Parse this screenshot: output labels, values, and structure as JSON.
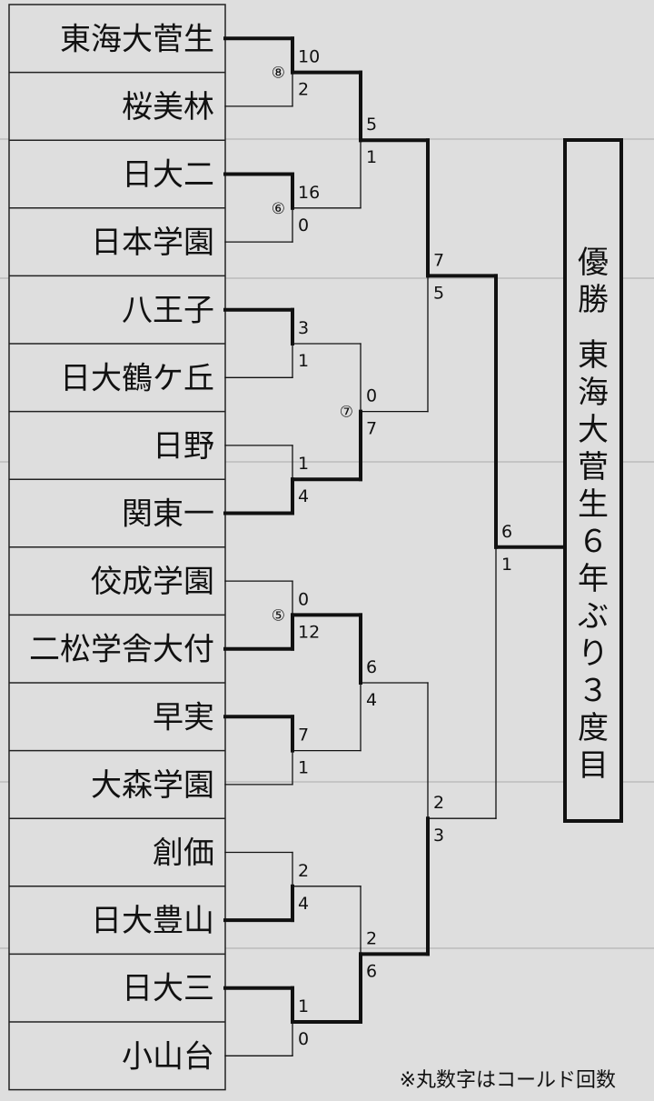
{
  "teams": [
    "東海大菅生",
    "桜美林",
    "日大二",
    "日本学園",
    "八王子",
    "日大鶴ケ丘",
    "日野",
    "関東一",
    "佼成学園",
    "二松学舎大付",
    "早実",
    "大森学園",
    "創価",
    "日大豊山",
    "日大三",
    "小山台"
  ],
  "round1": [
    {
      "top_score": "10",
      "bottom_score": "2",
      "winner": "top",
      "called": "⑧"
    },
    {
      "top_score": "16",
      "bottom_score": "0",
      "winner": "top",
      "called": "⑥"
    },
    {
      "top_score": "3",
      "bottom_score": "1",
      "winner": "top",
      "called": ""
    },
    {
      "top_score": "1",
      "bottom_score": "4",
      "winner": "bottom",
      "called": ""
    },
    {
      "top_score": "0",
      "bottom_score": "12",
      "winner": "bottom",
      "called": "⑤"
    },
    {
      "top_score": "7",
      "bottom_score": "1",
      "winner": "top",
      "called": ""
    },
    {
      "top_score": "2",
      "bottom_score": "4",
      "winner": "bottom",
      "called": ""
    },
    {
      "top_score": "1",
      "bottom_score": "0",
      "winner": "top",
      "called": ""
    }
  ],
  "round2": [
    {
      "top_score": "5",
      "bottom_score": "1",
      "winner": "top",
      "called": ""
    },
    {
      "top_score": "0",
      "bottom_score": "7",
      "winner": "bottom",
      "called": "⑦"
    },
    {
      "top_score": "6",
      "bottom_score": "4",
      "winner": "top",
      "called": ""
    },
    {
      "top_score": "2",
      "bottom_score": "6",
      "winner": "bottom",
      "called": ""
    }
  ],
  "semifinals": [
    {
      "top_score": "7",
      "bottom_score": "5",
      "winner": "top"
    },
    {
      "top_score": "2",
      "bottom_score": "3",
      "winner": "bottom"
    }
  ],
  "final": {
    "top_score": "6",
    "bottom_score": "1",
    "winner": "top"
  },
  "champion_box": {
    "label": "優勝",
    "text": "東海大菅生６年ぶり３度目"
  },
  "note": "※丸数字はコールド回数"
}
